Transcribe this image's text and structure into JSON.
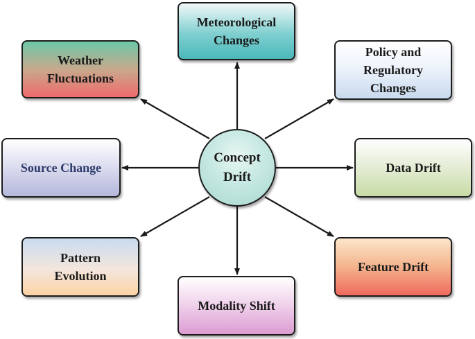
{
  "center": {
    "label": "Concept\nDrift"
  },
  "nodes": {
    "meteorological": "Meteorological\nChanges",
    "weather": "Weather\nFluctuations",
    "policy": "Policy and\nRegulatory\nChanges",
    "source": "Source Change",
    "data": "Data Drift",
    "pattern": "Pattern\nEvolution",
    "feature": "Feature Drift",
    "modality": "Modality Shift"
  }
}
